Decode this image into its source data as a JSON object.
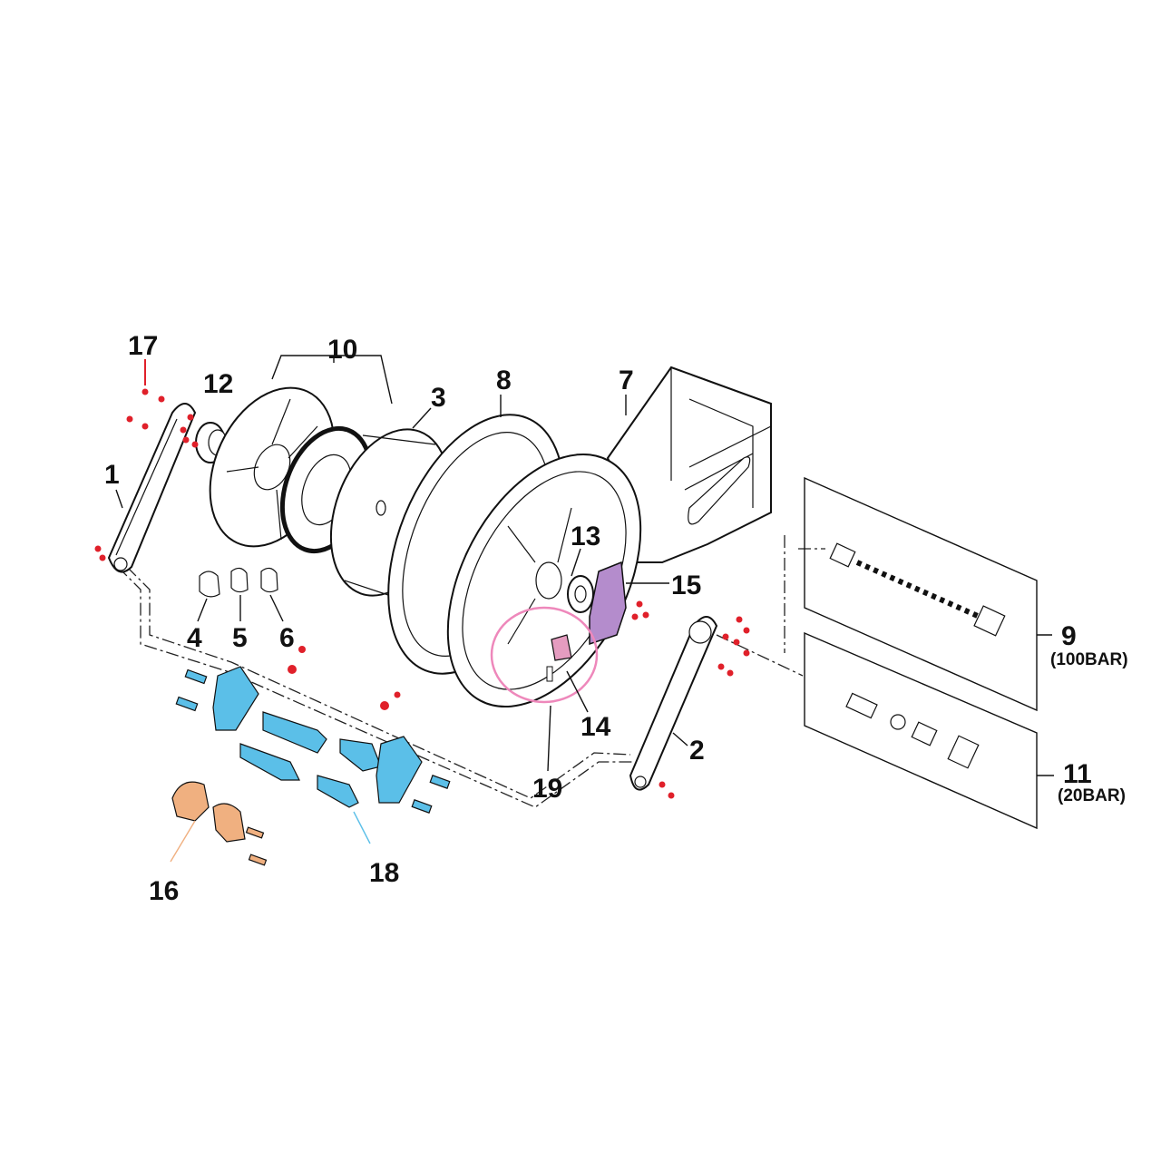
{
  "diagram": {
    "type": "exploded-parts-view",
    "labels": {
      "p1": "1",
      "p2": "2",
      "p3": "3",
      "p4": "4",
      "p5": "5",
      "p6": "6",
      "p7": "7",
      "p8": "8",
      "p9": "9",
      "p10": "10",
      "p11": "11",
      "p12": "12",
      "p13": "13",
      "p14": "14",
      "p15": "15",
      "p16": "16",
      "p17": "17",
      "p18": "18",
      "p19": "19"
    },
    "sublabels": {
      "p9": "(100BAR)",
      "p11": "(20BAR)"
    },
    "colors": {
      "screws": "#e0202a",
      "part15": "#b48ccc",
      "part14": "#e59cc0",
      "circle19": "#ee88bb",
      "part18": "#5bbfe8",
      "part16": "#f0b080",
      "line": "#111111"
    }
  }
}
